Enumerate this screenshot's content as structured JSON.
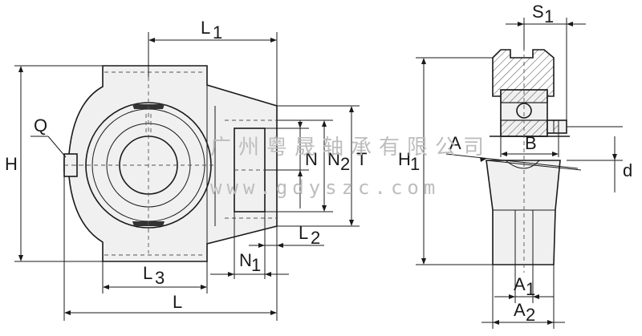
{
  "diagram": {
    "labels": {
      "L1": {
        "main": "L",
        "sub": "1"
      },
      "L": {
        "main": "L",
        "sub": ""
      },
      "L2": {
        "main": "L",
        "sub": "2"
      },
      "L3": {
        "main": "L",
        "sub": "3"
      },
      "N": {
        "main": "N",
        "sub": ""
      },
      "N1": {
        "main": "N",
        "sub": "1"
      },
      "N2": {
        "main": "N",
        "sub": "2"
      },
      "T": {
        "main": "T",
        "sub": ""
      },
      "H": {
        "main": "H",
        "sub": ""
      },
      "H1": {
        "main": "H",
        "sub": "1"
      },
      "Q": {
        "main": "Q",
        "sub": ""
      },
      "S1": {
        "main": "S",
        "sub": "1"
      },
      "A": {
        "main": "A",
        "sub": ""
      },
      "A1": {
        "main": "A",
        "sub": "1"
      },
      "A2": {
        "main": "A",
        "sub": "2"
      },
      "B": {
        "main": "B",
        "sub": ""
      },
      "d": {
        "main": "d",
        "sub": ""
      }
    },
    "watermark": {
      "company": "广州粤晟轴承有限公司",
      "url": "www.gdyszc.com"
    }
  }
}
